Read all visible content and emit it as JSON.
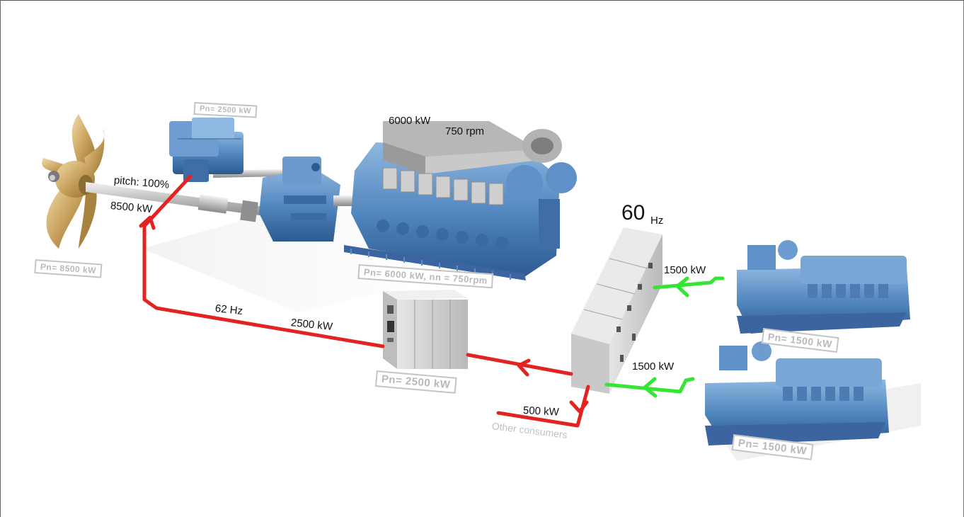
{
  "colors": {
    "red_flow": "#e32222",
    "green_flow": "#32e632",
    "machine_blue": "#5a8cc4",
    "label_grey": "#bdbdbd",
    "propeller_gold": "#c9a25e"
  },
  "propeller": {
    "pitch": "pitch: 100%",
    "power": "8500 kW",
    "rating": "Pn= 8500 kW"
  },
  "shaft_motor": {
    "rating": "Pn= 2500 kW"
  },
  "main_engine": {
    "power": "6000 kW",
    "speed": "750 rpm",
    "rating": "Pn= 6000 kW, nn = 750rpm"
  },
  "converter": {
    "frequency": "62 Hz",
    "power": "2500 kW",
    "rating": "Pn= 2500 kW"
  },
  "switchboard": {
    "frequency_value": "60",
    "frequency_unit": "Hz"
  },
  "consumers": {
    "power": "500 kW",
    "label": "Other consumers"
  },
  "genset_top": {
    "power": "1500 kW",
    "rating": "Pn= 1500 kW"
  },
  "genset_bottom": {
    "power": "1500 kW",
    "rating": "Pn= 1500 kW"
  }
}
